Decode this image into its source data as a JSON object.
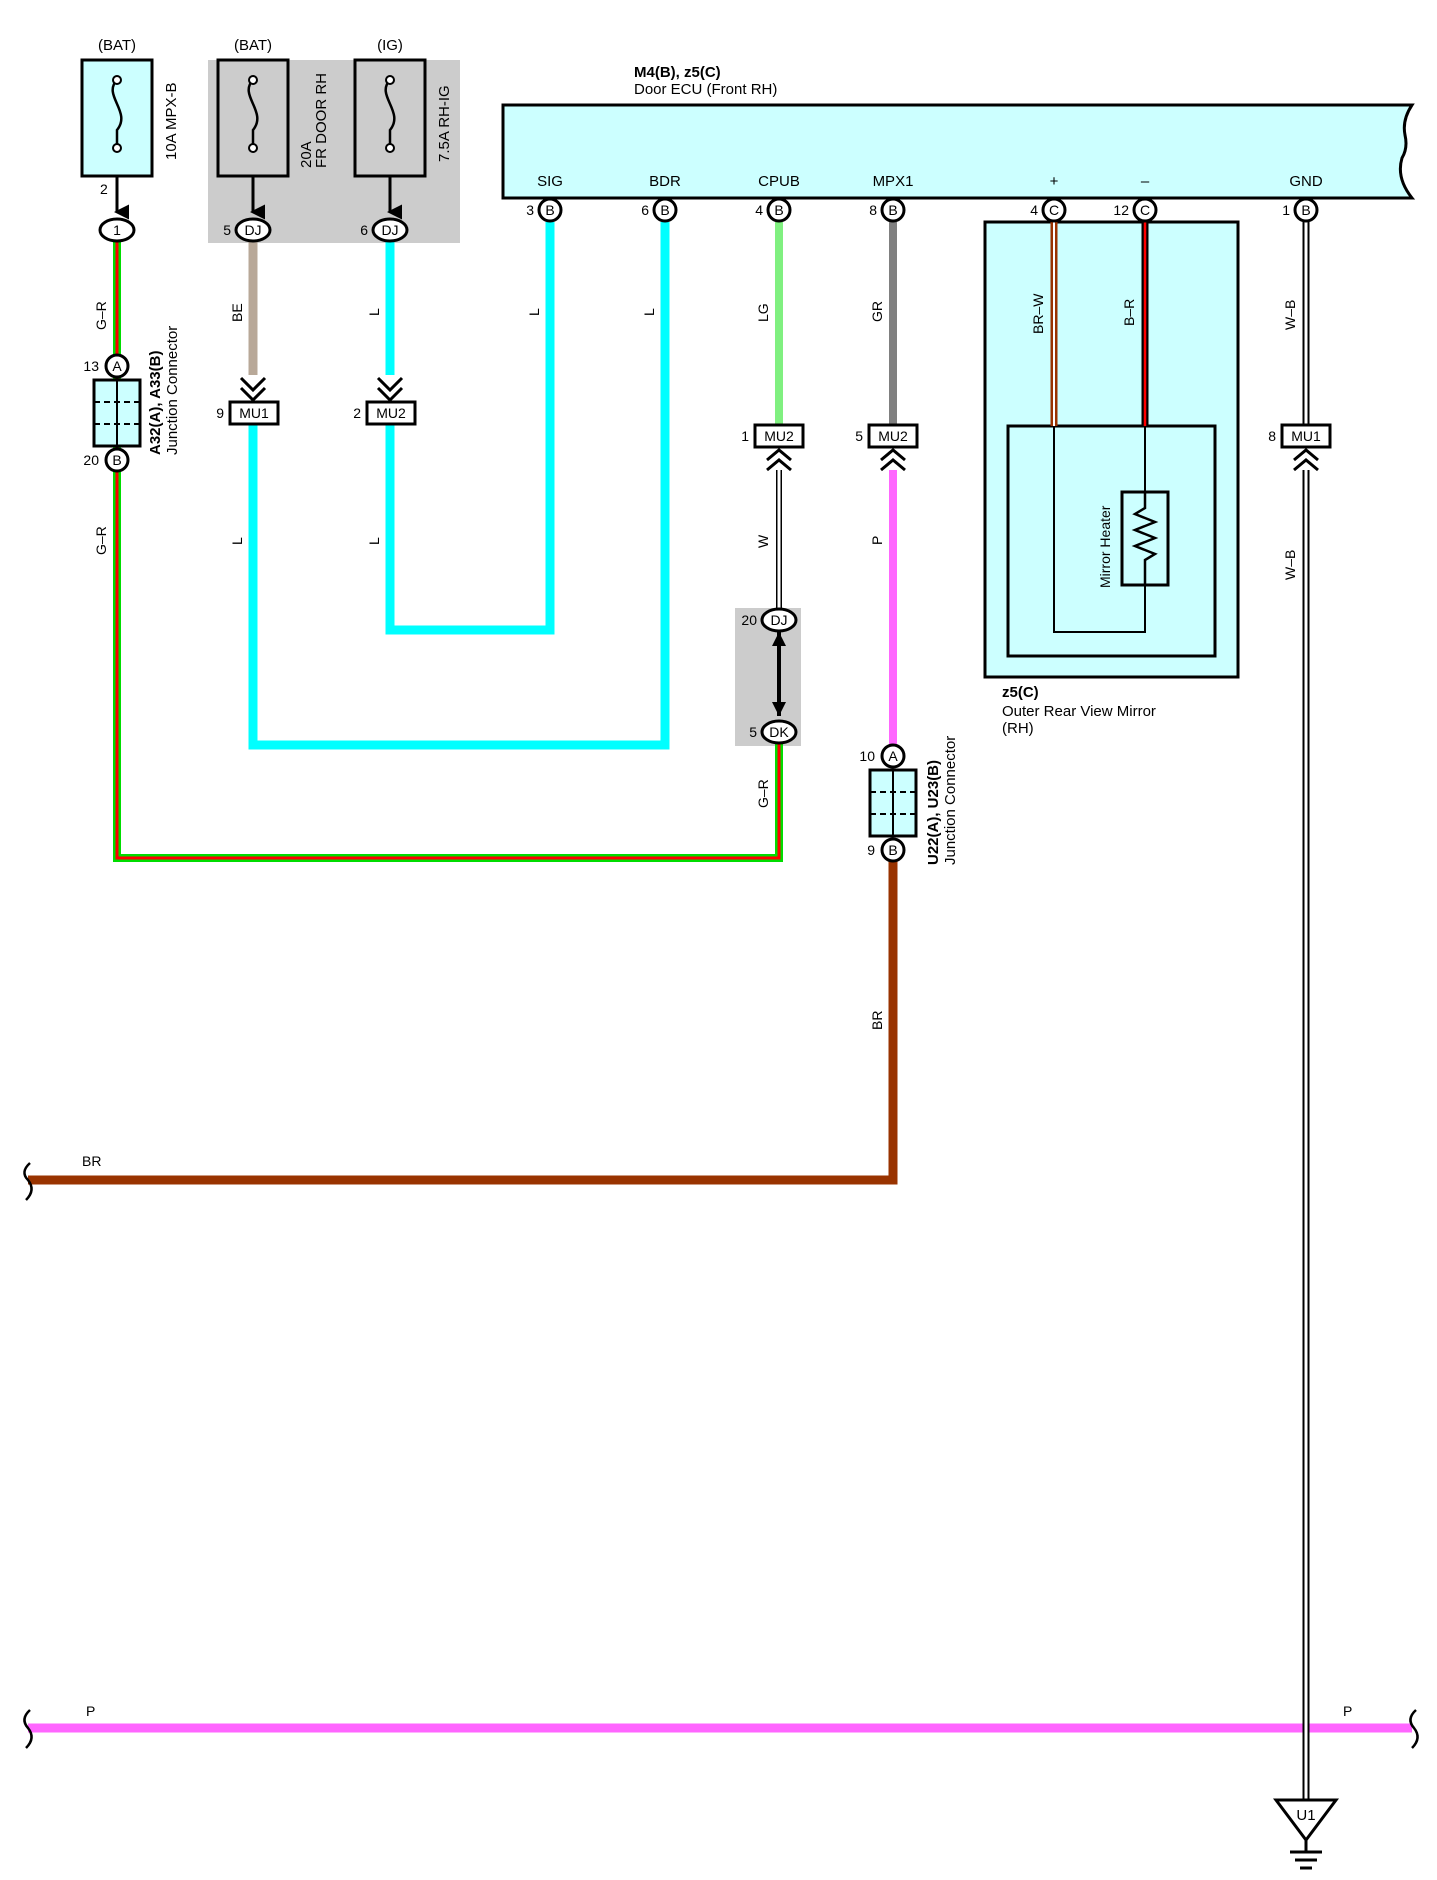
{
  "fuses": {
    "mpxb": {
      "source": "(BAT)",
      "label": "10A MPX-B",
      "pin": "2"
    },
    "frdoor": {
      "source": "(BAT)",
      "label1": "20A",
      "label2": "FR DOOR RH"
    },
    "rhig": {
      "source": "(IG)",
      "label": "7.5A RH-IG"
    }
  },
  "ecu": {
    "title": "M4(B), z5(C)",
    "subtitle": "Door ECU (Front RH)",
    "terminals": [
      {
        "label": "SIG",
        "pin": "3",
        "conn": "B"
      },
      {
        "label": "BDR",
        "pin": "6",
        "conn": "B"
      },
      {
        "label": "CPUB",
        "pin": "4",
        "conn": "B"
      },
      {
        "label": "MPX1",
        "pin": "8",
        "conn": "B"
      },
      {
        "label": "+",
        "pin": "4",
        "conn": "C"
      },
      {
        "label": "–",
        "pin": "12",
        "conn": "C"
      },
      {
        "label": "GND",
        "pin": "1",
        "conn": "B"
      }
    ]
  },
  "connectors": {
    "c1": {
      "pin": "1"
    },
    "dj5": {
      "pin": "5",
      "label": "DJ"
    },
    "dj6": {
      "pin": "6",
      "label": "DJ"
    },
    "mu1_9": {
      "pin": "9",
      "label": "MU1"
    },
    "mu2_2": {
      "pin": "2",
      "label": "MU2"
    },
    "mu2_1": {
      "pin": "1",
      "label": "MU2"
    },
    "mu2_5": {
      "pin": "5",
      "label": "MU2"
    },
    "mu1_8": {
      "pin": "8",
      "label": "MU1"
    },
    "dj20": {
      "pin": "20",
      "label": "DJ"
    },
    "dk5": {
      "pin": "5",
      "label": "DK"
    }
  },
  "junctions": {
    "a": {
      "name": "A32(A), A33(B)",
      "desc": "Junction Connector",
      "pin_a": "13",
      "conn_a": "A",
      "pin_b": "20",
      "conn_b": "B"
    },
    "u": {
      "name": "U22(A), U23(B)",
      "desc": "Junction Connector",
      "pin_a": "10",
      "conn_a": "A",
      "pin_b": "9",
      "conn_b": "B"
    }
  },
  "mirror": {
    "title": "z5(C)",
    "desc1": "Outer Rear View Mirror",
    "desc2": "(RH)",
    "heater": "Mirror Heater"
  },
  "wires": {
    "gr_top": "G–R",
    "gr_mid": "G–R",
    "gr_right": "G–R",
    "be": "BE",
    "l_dj6": "L",
    "l_sig": "L",
    "l_bdr": "L",
    "l_mu1": "L",
    "l_mu2": "L",
    "lg": "LG",
    "gr_mpx": "GR",
    "w": "W",
    "p_mpx": "P",
    "brw": "BR–W",
    "br_minus": "B–R",
    "wb_top": "W–B",
    "wb_mid": "W–B",
    "br_vert": "BR",
    "br_horiz": "BR",
    "p_left": "P",
    "p_right": "P"
  },
  "ground": {
    "label": "U1"
  },
  "colors": {
    "cyan": "#00ffff",
    "lightgreen": "#80f080",
    "gray": "#808080",
    "magenta": "#ff66ff",
    "brown": "#993300",
    "beige": "#b8a898",
    "green": "#00dd00",
    "red": "#ff0000",
    "box": "#ccffff",
    "shade": "#cccccc"
  }
}
